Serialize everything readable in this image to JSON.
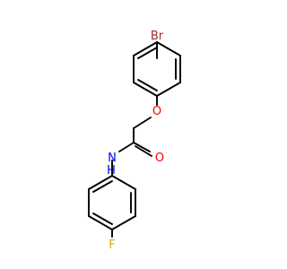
{
  "molecule": {
    "atoms": [
      {
        "id": "br",
        "label": "Br",
        "color": "#a52a2a"
      },
      {
        "id": "o_ether",
        "label": "O",
        "color": "#ff0000"
      },
      {
        "id": "o_carbonyl",
        "label": "O",
        "color": "#ff0000"
      },
      {
        "id": "nh",
        "label": "N",
        "sub_label": "H",
        "color": "#0000ff"
      },
      {
        "id": "f",
        "label": "F",
        "color": "#daa520"
      }
    ]
  }
}
